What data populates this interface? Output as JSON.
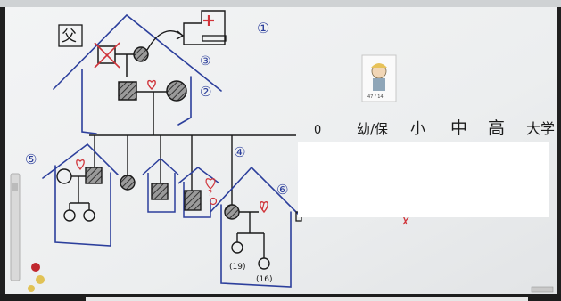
{
  "house_numbers": [
    "①",
    "②",
    "③",
    "④",
    "⑤",
    "⑥"
  ],
  "left_marker": "父",
  "question_mark": "?",
  "ages": [
    "(19)",
    "(16)"
  ],
  "timeline": {
    "zero": "0",
    "labels": [
      "幼/保",
      "小",
      "中",
      "高",
      "大学"
    ]
  },
  "card_caption": "47 / 14",
  "colors": {
    "whiteboard": "#eeeff0",
    "ink_black": "#1a1a1a",
    "ink_blue": "#2c3f9c",
    "ink_red": "#d0343a",
    "hatch": "#555555",
    "magnet_red": "#c0282e",
    "magnet_yellow": "#e1c255"
  }
}
